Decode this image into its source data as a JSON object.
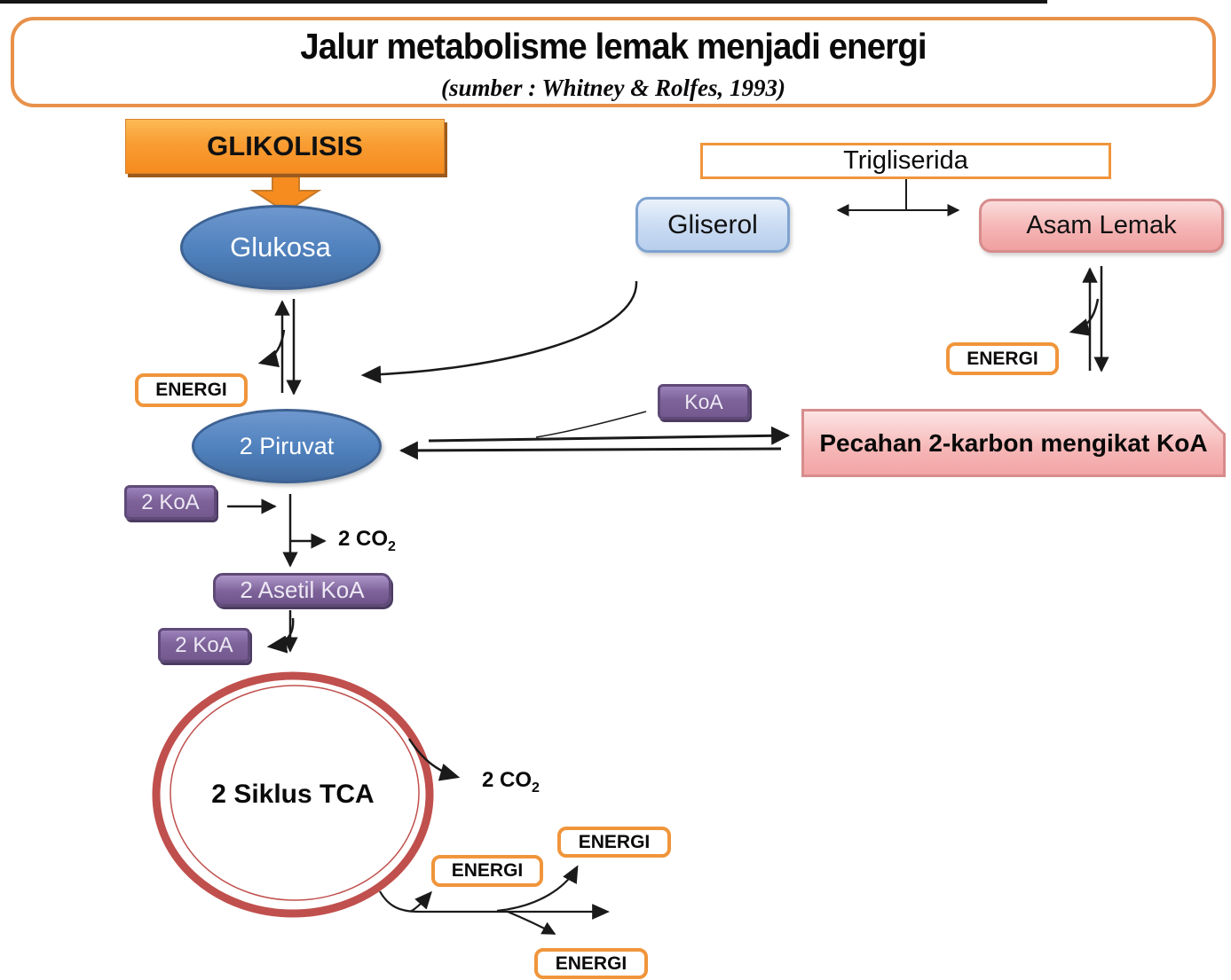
{
  "title": {
    "heading": "Jalur metabolisme lemak menjadi energi",
    "subtitle": "(sumber :  Whitney & Rolfes, 1993)"
  },
  "nodes": {
    "glikolisis": "GLIKOLISIS",
    "glukosa": "Glukosa",
    "trigliserida": "Trigliserida",
    "gliserol": "Gliserol",
    "asam_lemak": "Asam Lemak",
    "piruvat": "2 Piruvat",
    "koa": "KoA",
    "koa_2_top": "2 KoA",
    "asetil_koa": "2 Asetil KoA",
    "koa_2_bottom": "2 KoA",
    "pecahan": "Pecahan 2-karbon mengikat KoA",
    "siklus_tca": "2 Siklus TCA"
  },
  "labels": {
    "energi": "ENERGI",
    "co2_prefix": "2 CO",
    "co2_sub": "2"
  },
  "colors": {
    "orange_border": "#E8914A",
    "orange_fill": "#F68B1F",
    "blue_node_fill": "#4F81BD",
    "light_blue_fill": "#C9DCF3",
    "pink_fill": "#F5B0B0",
    "pink_border": "#D78C8C",
    "purple_fill": "#7D6399",
    "purple_border": "#5F4A78",
    "tca_ring": "#C0504D",
    "arrow_color": "#1A1A1A"
  }
}
